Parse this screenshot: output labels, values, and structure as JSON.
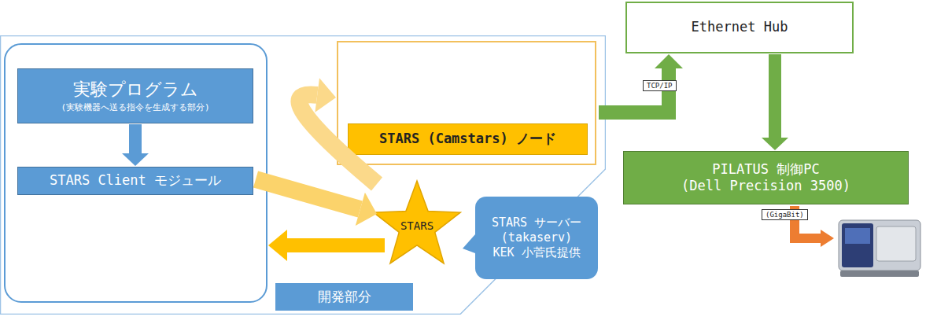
{
  "diagram": {
    "nodes": [
      {
        "text": [
          "開発部分"
        ]
      },
      {
        "text": [],
        "in": 0
      },
      {
        "text": [
          "実験プログラム",
          "(実験機器へ送る指令を生成する部分)"
        ],
        "in": 1
      },
      {
        "text": [
          "STARS Client モジュール"
        ],
        "in": 1
      },
      {
        "text": [],
        "in": 0
      },
      {
        "text": [
          "STARS (Camstars) ノード"
        ],
        "in": 4
      },
      {
        "text": [
          "STARS"
        ],
        "in": 0
      },
      {
        "text": [
          "STARS サーバー (takaserv) KEK 小菅氏提供"
        ]
      },
      {
        "text": [
          "Ethernet Hub"
        ]
      },
      {
        "text": [
          "PILATUS 制御PC",
          "(Dell Precision 3500)"
        ]
      }
    ],
    "edges": [
      {
        "from": 2,
        "to": 3,
        "arrow": "to"
      },
      {
        "from": 3,
        "to": 6,
        "arrow": "to"
      },
      {
        "from": 6,
        "to": 1,
        "arrow": "to"
      },
      {
        "from": 6,
        "to": 4,
        "arrow": "to"
      },
      {
        "from": 5,
        "to": 8,
        "label": "TCP/IP",
        "arrow": "to"
      },
      {
        "from": 8,
        "to": 9,
        "arrow": "to"
      }
    ],
    "labels": [
      "(GigaBit)"
    ]
  }
}
